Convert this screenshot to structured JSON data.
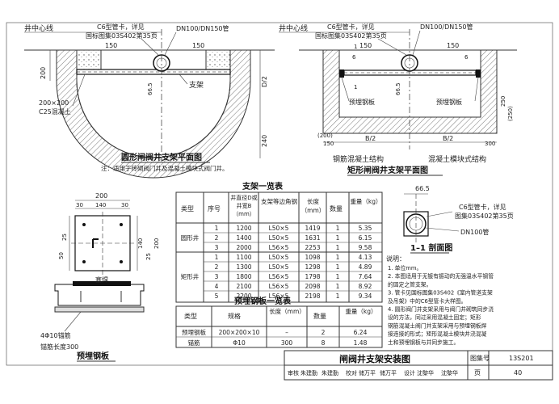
{
  "circular_well": {
    "title": "圆形闸阀井支架平面图",
    "note": "注：适用于砖砌阀门井及混凝土模块式阀门井。",
    "label_center": "井中心线",
    "label_clamp": "C6型管卡，详见",
    "label_clamp_ref": "国标图集03S402第35页",
    "label_pipe": "DN100/DN150管",
    "label_bracket": "支架",
    "label_concrete_size": "200×200",
    "label_concrete": "C25混凝土",
    "dims": {
      "d150a": "150",
      "d150b": "150",
      "d200": "200",
      "d665": "66.5",
      "dD2": "D/2",
      "d240": "240"
    }
  },
  "rect_well": {
    "title": "矩形闸阀井支架平面图",
    "label_center": "井中心线",
    "label_clamp": "C6型管卡，详见",
    "label_clamp_ref": "国标图集03S402第35页",
    "label_pipe": "DN100/DN150管",
    "label_plate_left": "预埋钢板",
    "label_plate_right": "预埋钢板",
    "label_rc": "钢筋混凝土结构",
    "label_block": "混凝土模块式结构",
    "dims": {
      "d6a": "6",
      "d6b": "6",
      "d150a": "150",
      "d150b": "150",
      "d665": "66.5",
      "d250": "250",
      "d250b": "(250)",
      "d200": "(200)",
      "d150c": "150",
      "dB2a": "B/2",
      "dB2b": "B/2",
      "d300": "300",
      "dsec": "1",
      "dsec2": "1"
    }
  },
  "plate": {
    "title": "预埋钢板",
    "dims": {
      "d200": "200",
      "d30": "30",
      "d140": "140",
      "d30b": "30",
      "d25": "25",
      "d50": "50",
      "d140v": "140",
      "d25b": "25",
      "d200v": "200"
    },
    "label_weld": "塞焊",
    "label_anchor": "4Φ10锚筋",
    "label_anchor_len": "锚筋长度300"
  },
  "bracket_table": {
    "title": "支架一览表",
    "headers": [
      "类型",
      "序号",
      "井直径D或井宽B（mm）",
      "支架等边角钢",
      "长度（mm）",
      "数量",
      "重量（kg）"
    ],
    "rows": [
      [
        "圆形井",
        "1",
        "1200",
        "L50×5",
        "1419",
        "1",
        "5.35"
      ],
      [
        "",
        "2",
        "1400",
        "L50×5",
        "1631",
        "1",
        "6.15"
      ],
      [
        "",
        "3",
        "2000",
        "L56×5",
        "2253",
        "1",
        "9.58"
      ],
      [
        "矩形井",
        "1",
        "1100",
        "L50×5",
        "1098",
        "1",
        "4.13"
      ],
      [
        "",
        "2",
        "1300",
        "L50×5",
        "1298",
        "1",
        "4.89"
      ],
      [
        "",
        "3",
        "1800",
        "L56×5",
        "1798",
        "1",
        "7.64"
      ],
      [
        "",
        "4",
        "2100",
        "L56×5",
        "2098",
        "1",
        "8.92"
      ],
      [
        "",
        "5",
        "2200",
        "L56×5",
        "2198",
        "1",
        "9.34"
      ]
    ]
  },
  "plate_table": {
    "title": "预埋钢板一览表",
    "headers": [
      "类型",
      "规格",
      "长度（mm）",
      "数量",
      "重量（kg）"
    ],
    "rows": [
      [
        "预埋钢板",
        "200×200×10",
        "–",
        "2",
        "6.24"
      ],
      [
        "锚筋",
        "Φ10",
        "300",
        "8",
        "1.48"
      ]
    ]
  },
  "section": {
    "title": "1–1 剖面图",
    "dim": "66.5",
    "label_clamp": "C6型管卡，详见",
    "label_clamp_ref": "图集03S402第35页",
    "label_pipe": "DN100管"
  },
  "notes": {
    "heading": "说明：",
    "items": [
      "1. 单位mm。",
      "2. 本图适用于无镀有振动的无强温水平钢管",
      "   的固定之管支架。",
      "3. 管卡见国标图集03S402《室内管道支架",
      "   及吊架》中的C6型管卡大样图。",
      "4. 圆形阀门井支架采用与阀门井砌筑同步浇",
      "   设的方法，同过采用混凝土固定；矩形",
      "   钢筋混凝土阀门井支架采用与预埋钢板焊",
      "   接连接的形式；矩形混凝土模块井浇混凝",
      "   土和预埋钢板与井同步施工。"
    ]
  },
  "title_block": {
    "drawing_title": "闸阀井支架安装图",
    "atlas_label": "图集号",
    "atlas_no": "13S201",
    "page_label": "页",
    "page_no": "40",
    "row": [
      "审核",
      "朱建勤",
      "朱建勤",
      "校对",
      "储万平",
      "储万平",
      "设计",
      "沈黎华",
      "沈黎华"
    ]
  },
  "colors": {
    "line": "#333333",
    "hatch": "#555555",
    "paper": "#ffffff"
  }
}
